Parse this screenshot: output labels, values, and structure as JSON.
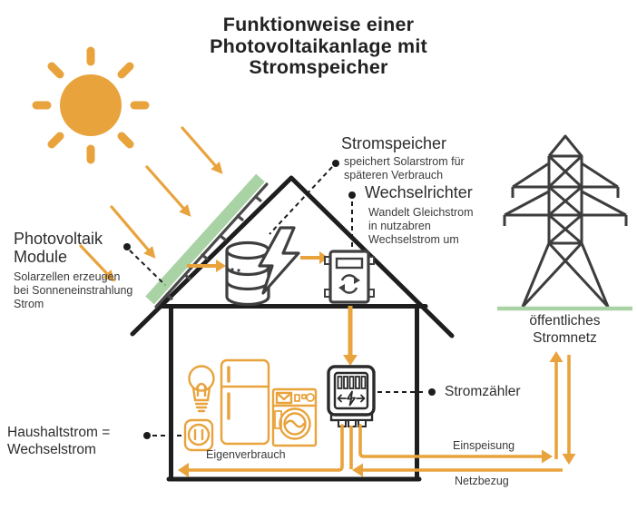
{
  "title": "Funktionweise einer\nPhotovoltaikanlage mit\nStromspeicher",
  "labels": {
    "stromspeicher": {
      "title": "Stromspeicher",
      "desc": "speichert Solarstrom für\nspäteren Verbrauch"
    },
    "wechselrichter": {
      "title": "Wechselrichter",
      "desc": "Wandelt Gleichstrom\nin nutzabren\nWechselstrom um"
    },
    "photovoltaik": {
      "title": "Photovoltaik\nModule",
      "desc": "Solarzellen erzeugen\nbei Sonneneinstrahlung\nStrom"
    },
    "stromzaehler": "Stromzähler",
    "haushaltstrom": "Haushaltstrom =\nWechselstrom",
    "stromnetz": "öffentliches\nStromnetz",
    "eigenverbrauch": "Eigenverbrauch",
    "einspeisung": "Einspeisung",
    "netzbezug": "Netzbezug"
  },
  "icons": {
    "sun": "sun-icon",
    "solar_panel": "solar-panel-icon",
    "battery_storage": "battery-cylinder-stack-icon",
    "lightning": "lightning-bolt-icon",
    "inverter": "inverter-box-icon",
    "power_meter": "electric-meter-icon",
    "grid_tower": "transmission-tower-icon",
    "bulb": "light-bulb-icon",
    "fridge": "refrigerator-icon",
    "washing_machine": "washing-machine-icon",
    "outlet": "power-outlet-icon",
    "house": "house-outline"
  },
  "colors": {
    "orange": "#E8A33C",
    "green": "#A9D3A4",
    "dark": "#1E1E1E",
    "gray": "#3D3D3D",
    "text": "#2D2D2D"
  }
}
